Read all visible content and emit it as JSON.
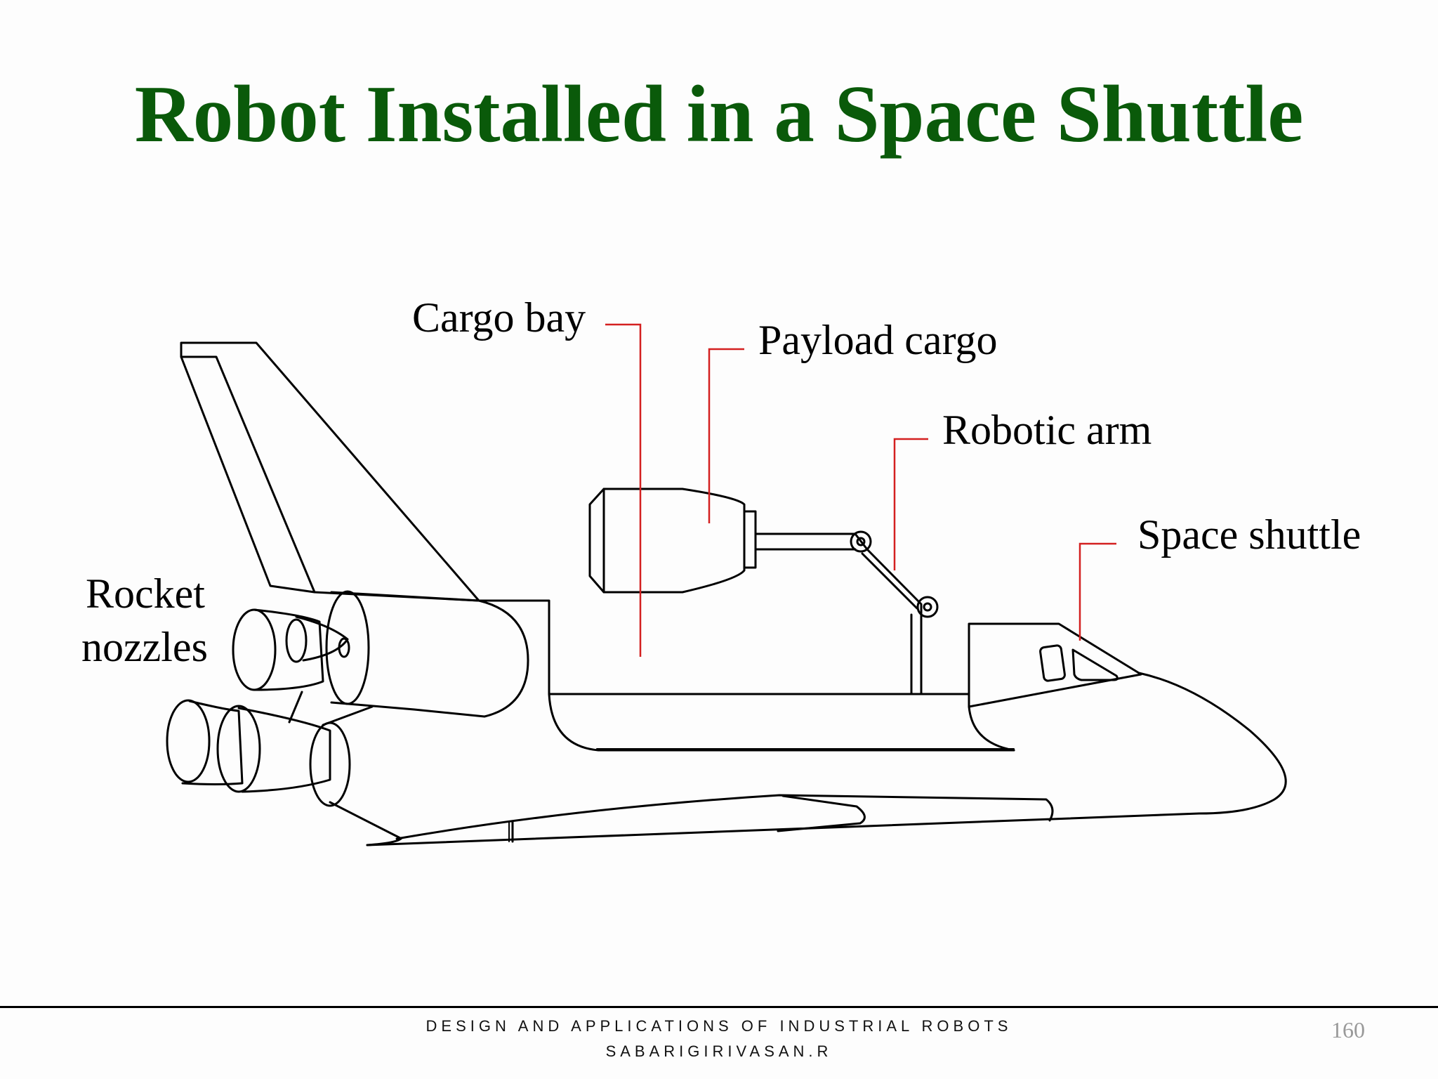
{
  "slide": {
    "title": "Robot Installed in a Space Shuttle",
    "title_color": "#0a5a0a",
    "page_number": "160"
  },
  "diagram": {
    "labels": {
      "cargo_bay": "Cargo bay",
      "payload_cargo": "Payload cargo",
      "robotic_arm": "Robotic arm",
      "space_shuttle": "Space shuttle",
      "rocket_nozzles_line1": "Rocket",
      "rocket_nozzles_line2": "nozzles"
    },
    "leader_color": "#d42020",
    "outline_color": "#000000"
  },
  "footer": {
    "course_title": "DESIGN AND APPLICATIONS OF INDUSTRIAL ROBOTS",
    "author": "SABARIGIRIVASAN.R"
  }
}
